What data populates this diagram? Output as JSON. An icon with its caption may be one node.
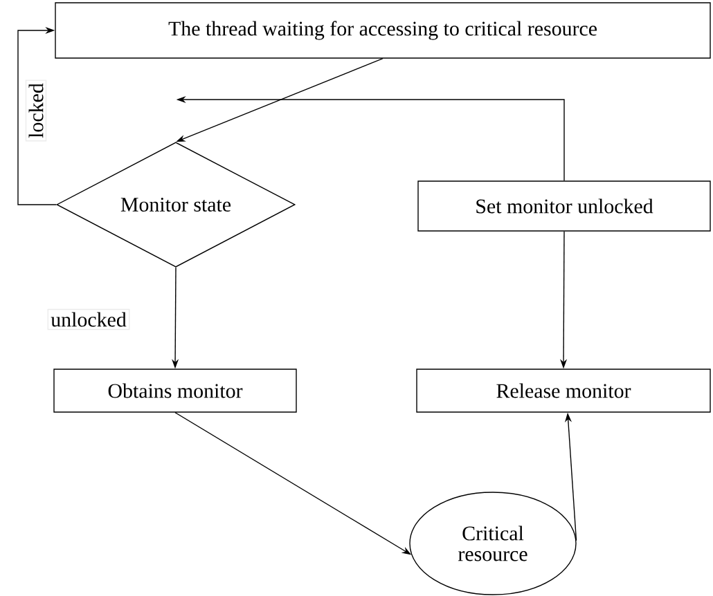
{
  "diagram": {
    "nodes": [
      {
        "text": [
          "The thread waiting for accessing to critical resource"
        ]
      },
      {
        "text": [
          "Monitor state"
        ]
      },
      {
        "text": [
          "Set monitor unlocked"
        ]
      },
      {
        "text": [
          "Obtains monitor"
        ]
      },
      {
        "text": [
          "Release monitor"
        ]
      },
      {
        "text": [
          "Critical resource"
        ]
      }
    ],
    "edges": [
      {
        "from": 0,
        "to": 1,
        "arrow": "to"
      },
      {
        "from": 1,
        "to": 0,
        "arrow": "to",
        "label": "locked"
      },
      {
        "from": 2,
        "to": 1,
        "arrow": "to"
      },
      {
        "from": 1,
        "to": 3,
        "arrow": "to",
        "label": "unlocked"
      },
      {
        "from": 2,
        "to": 4,
        "arrow": "to"
      },
      {
        "from": 3,
        "to": 5,
        "arrow": "to"
      },
      {
        "from": 5,
        "to": 4,
        "arrow": "to"
      }
    ]
  }
}
